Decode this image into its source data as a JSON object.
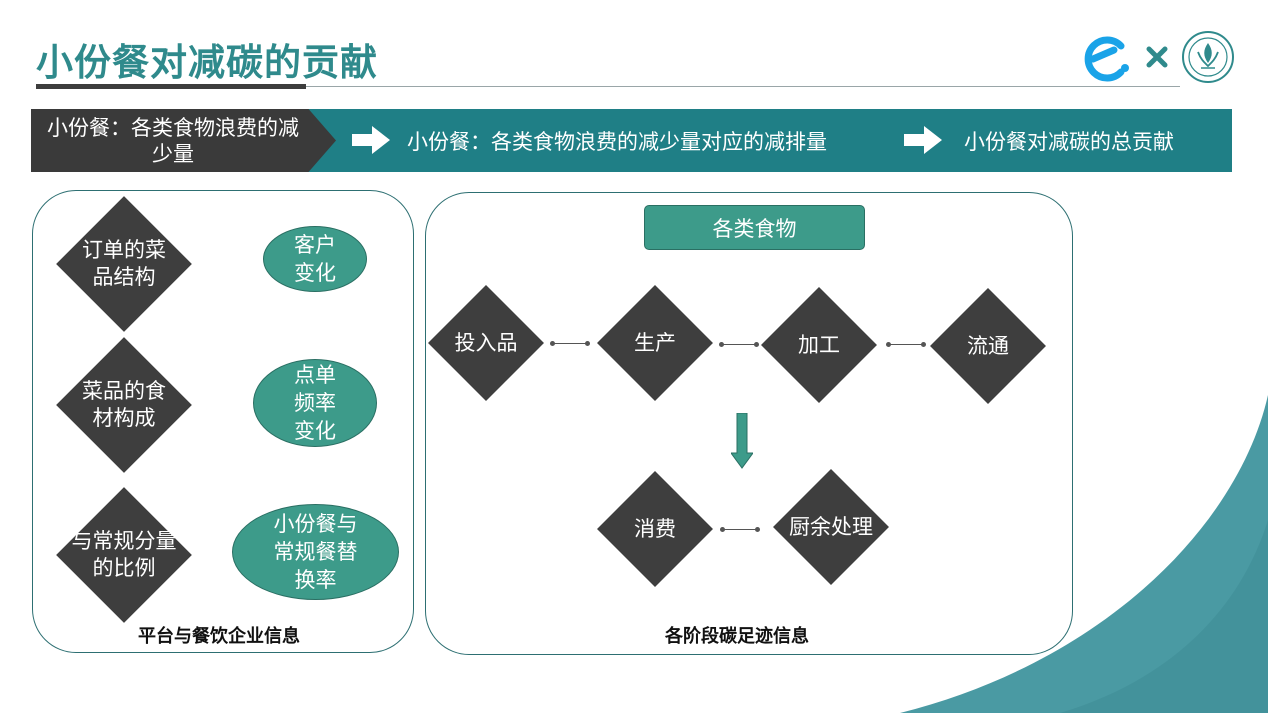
{
  "title": "小份餐对减碳的贡献",
  "banner": {
    "step1": "小份餐：各类食物浪费的减少量",
    "step2": "小份餐：各类食物浪费的减少量对应的减排量",
    "step3": "小份餐对减碳的总贡献"
  },
  "left_panel": {
    "diamonds": [
      "订单的菜品结构",
      "菜品的食材构成",
      "与常规分量的比例"
    ],
    "ellipses": [
      "客户变化",
      "点单频率变化",
      "小份餐与常规餐替换率"
    ],
    "caption": "平台与餐饮企业信息"
  },
  "right_panel": {
    "header": "各类食物",
    "stages": [
      "投入品",
      "生产",
      "加工",
      "流通"
    ],
    "bottom_stages": [
      "消费",
      "厨余处理"
    ],
    "caption": "各阶段碳足迹信息"
  },
  "colors": {
    "teal": "#1f7f86",
    "green": "#3d9b8a",
    "dark": "#3e3e3e",
    "title": "#2f8a8c"
  }
}
